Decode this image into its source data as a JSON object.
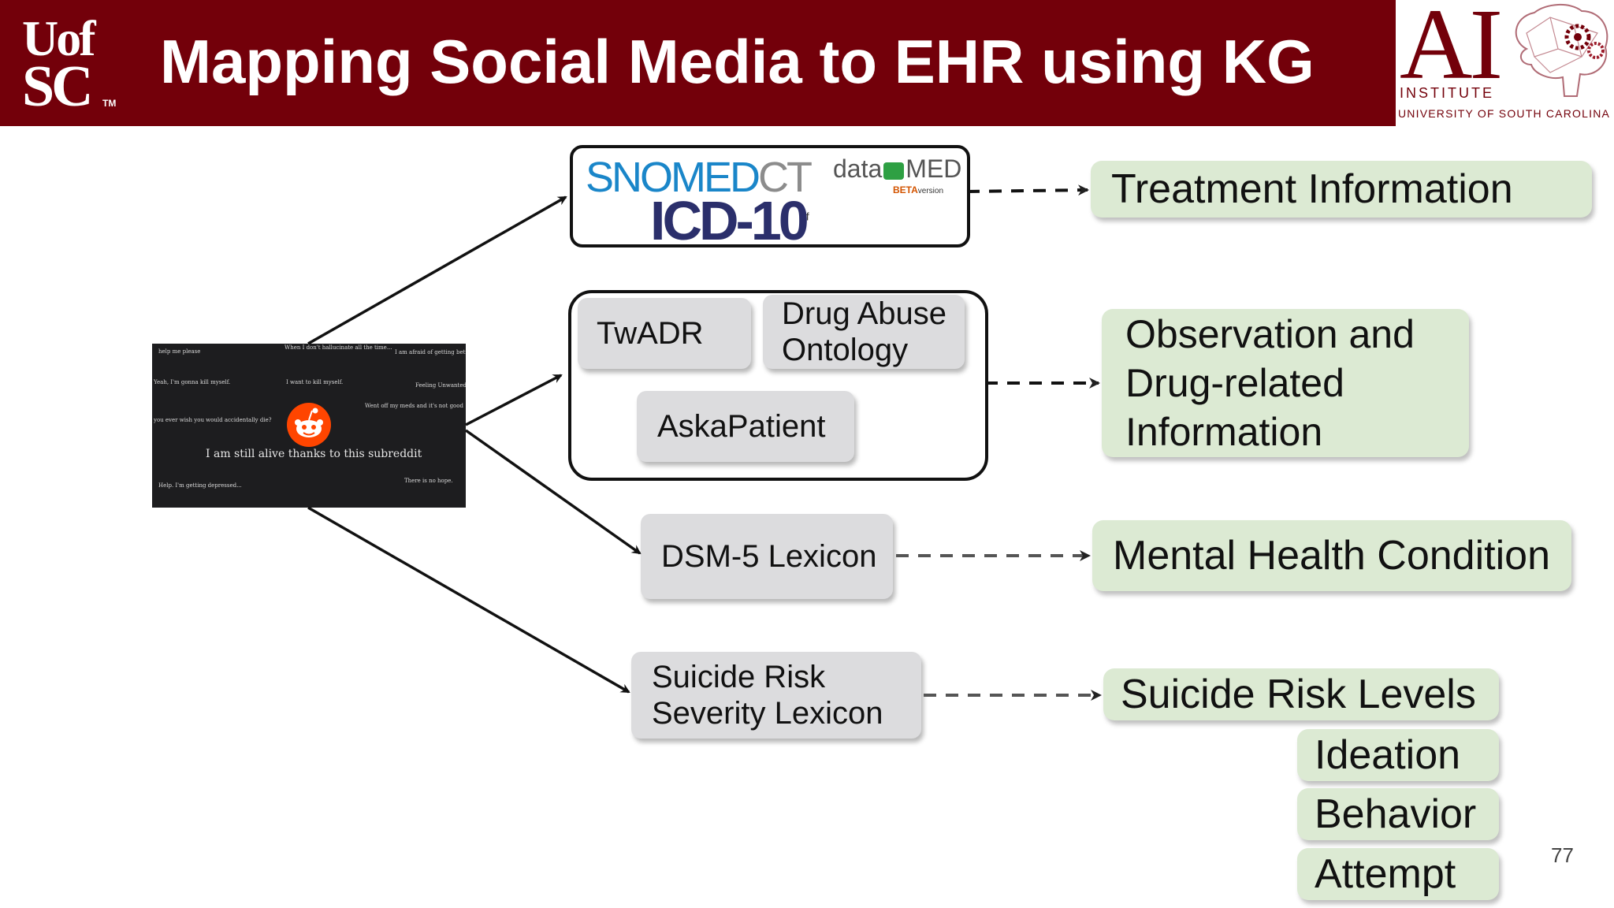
{
  "slide": {
    "title": "Mapping Social Media to EHR using KG",
    "page_number": "77",
    "colors": {
      "header": "#73000a",
      "output_fill": "#dcead3",
      "chip_fill": "#dcdcde"
    }
  },
  "logos": {
    "uofsc": {
      "line1": "Uof",
      "line2": "SC",
      "tm": "TM"
    },
    "ai_institute": {
      "letters": "AI",
      "institute": "INSTITUTE",
      "university": "UNIVERSITY OF SOUTH CAROLINA",
      "icon": "brain-gears-icon"
    }
  },
  "source": {
    "icon": "reddit-icon",
    "headline": "I am still alive thanks to this subreddit",
    "posts": [
      "help me please",
      "When I don't hallucinate all the time...",
      "I am afraid of getting better",
      "Yeah, I'm gonna kill myself.",
      "I want to kill myself.",
      "Feeling Unwanted",
      "Went off my meds and it's not good",
      "you ever wish you would accidentally die?",
      "Help. I'm getting depressed...",
      "There is no hope."
    ]
  },
  "knowledge_sources": {
    "snomed": {
      "part1": "SNOMED",
      "part2": "CT"
    },
    "icd": "ICD-10",
    "icd_mark": "f",
    "datamed": {
      "left": "data",
      "right": "MED",
      "beta": "BETA",
      "version": "version"
    },
    "twadr": "TwADR",
    "drug_abuse": "Drug Abuse Ontology",
    "askapatient": "AskaPatient",
    "dsm": "DSM-5 Lexicon",
    "suicide_lexicon": "Suicide Risk Severity Lexicon"
  },
  "outputs": {
    "treatment": "Treatment Information",
    "observation": "Observation and Drug-related Information",
    "mental_health": "Mental Health Condition",
    "suicide_levels": "Suicide Risk Levels",
    "ideation": "Ideation",
    "behavior": "Behavior",
    "attempt": "Attempt"
  }
}
